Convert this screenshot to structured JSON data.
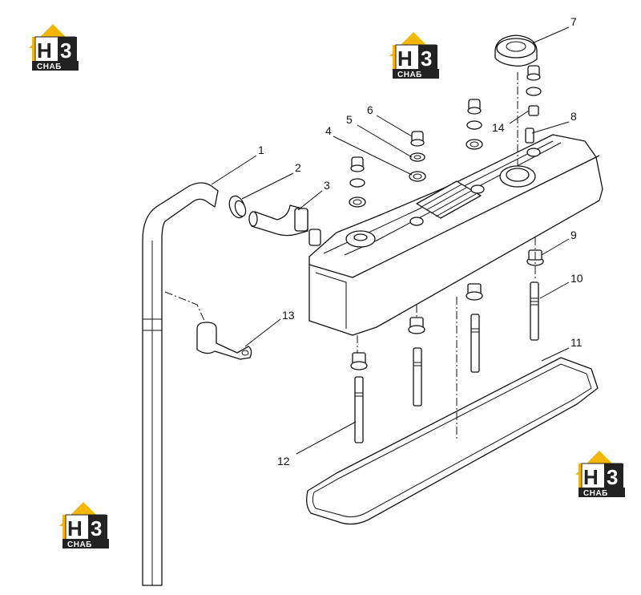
{
  "diagram": {
    "callouts": [
      "1",
      "2",
      "3",
      "4",
      "5",
      "6",
      "7",
      "8",
      "9",
      "10",
      "11",
      "12",
      "13",
      "14"
    ]
  },
  "brand": {
    "logo_letters": "Н",
    "logo_digit": "3",
    "logo_caption": "СНАБ",
    "colors": {
      "yellow": "#f2b705",
      "dark": "#222222"
    }
  }
}
